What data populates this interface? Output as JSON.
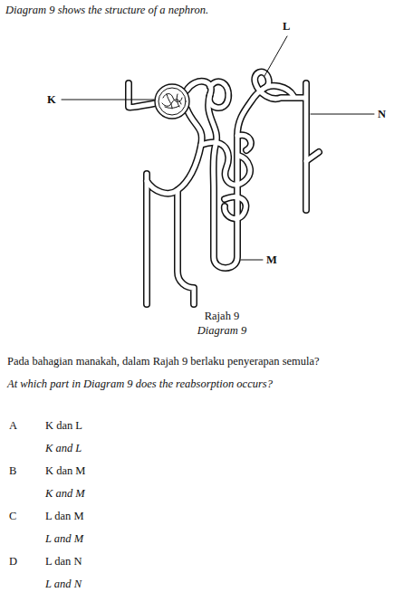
{
  "diagram": {
    "title": "Diagram 9 shows the structure of a nephron.",
    "labels": [
      "K",
      "L",
      "M",
      "N",
      "Rajah 9",
      "Diagram 9",
      "Pada bahagian manakah, dalam Rajah 9 berlaku penyerapan semula?",
      "At which part in Diagram 9 does the reabsorption occurs?",
      "A",
      "K dan L",
      "K and L",
      "B",
      "K dan M",
      "K and M",
      "C",
      "L dan M",
      "L and M",
      "D",
      "L dan N",
      "L and N"
    ]
  }
}
